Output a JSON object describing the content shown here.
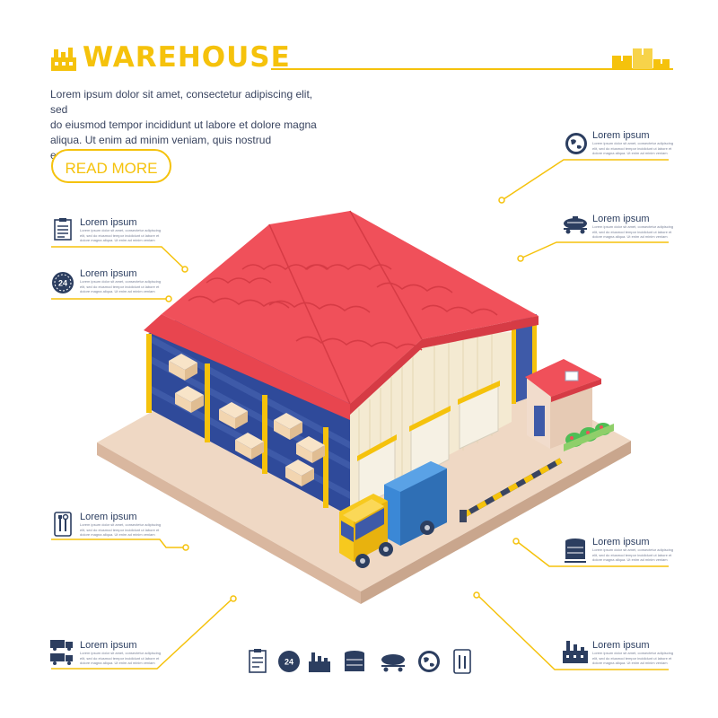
{
  "header": {
    "title": "WAREHOUSE",
    "intro_lines": [
      "Lorem ipsum dolor sit amet, consectetur adipiscing elit, sed",
      "do eiusmod tempor incididunt ut labore et dolore magna",
      "aliqua. Ut enim ad minim veniam, quis nostrud exercitation"
    ],
    "read_more": "READ MORE"
  },
  "callouts": [
    {
      "id": "clipboard",
      "title": "Lorem ipsum",
      "desc": [
        "Lorem ipsum dolor sit amet, consectetur adipiscing",
        "elit, sed do eiusmod tempor incididunt ut labore et",
        "dolore magna aliqua. Ut enim ad minim veniam"
      ]
    },
    {
      "id": "24h",
      "title": "Lorem ipsum",
      "desc": [
        "Lorem ipsum dolor sit amet, consectetur adipiscing",
        "elit, sed do eiusmod tempor incididunt ut labore et",
        "dolore magna aliqua. Ut enim ad minim veniam"
      ]
    },
    {
      "id": "tools",
      "title": "Lorem ipsum",
      "desc": [
        "Lorem ipsum dolor sit amet, consectetur adipiscing",
        "elit, sed do eiusmod tempor incididunt ut labore et",
        "dolore magna aliqua. Ut enim ad minim veniam"
      ]
    },
    {
      "id": "trucks",
      "title": "Lorem ipsum",
      "desc": [
        "Lorem ipsum dolor sit amet, consectetur adipiscing",
        "elit, sed do eiusmod tempor incididunt ut labore et",
        "dolore magna aliqua. Ut enim ad minim veniam"
      ]
    },
    {
      "id": "globe",
      "title": "Lorem ipsum",
      "desc": [
        "Lorem ipsum dolor sit amet, consectetur adipiscing",
        "elit, sed do eiusmod tempor incididunt ut labore et",
        "dolore magna aliqua. Ut enim ad minim veniam"
      ]
    },
    {
      "id": "tanker",
      "title": "Lorem ipsum",
      "desc": [
        "Lorem ipsum dolor sit amet, consectetur adipiscing",
        "elit, sed do eiusmod tempor incididunt ut labore et",
        "dolore magna aliqua. Ut enim ad minim veniam"
      ]
    },
    {
      "id": "silo",
      "title": "Lorem ipsum",
      "desc": [
        "Lorem ipsum dolor sit amet, consectetur adipiscing",
        "elit, sed do eiusmod tempor incididunt ut labore et",
        "dolore magna aliqua. Ut enim ad minim veniam"
      ]
    },
    {
      "id": "factory",
      "title": "Lorem ipsum",
      "desc": [
        "Lorem ipsum dolor sit amet, consectetur adipiscing",
        "elit, sed do eiusmod tempor incididunt ut labore et",
        "dolore magna aliqua. Ut enim ad minim veniam"
      ]
    }
  ],
  "icons": {
    "header_left": "factory-icon",
    "header_right": "boxes-icon",
    "badge_24": "24",
    "bottom_row": [
      "clipboard-icon",
      "24-hours-icon",
      "factory-icon",
      "silo-icon",
      "tanker-icon",
      "globe-icon",
      "tools-icon"
    ]
  },
  "colors": {
    "accent": "#f5c20c",
    "roof": "#f0505a",
    "frame": "#3e5aa8",
    "wall": "#f4ead2",
    "ground": "#efd8c4",
    "truck_cab": "#f7c91e",
    "truck_box": "#3b88d6",
    "text_dark": "#2c3e60"
  }
}
